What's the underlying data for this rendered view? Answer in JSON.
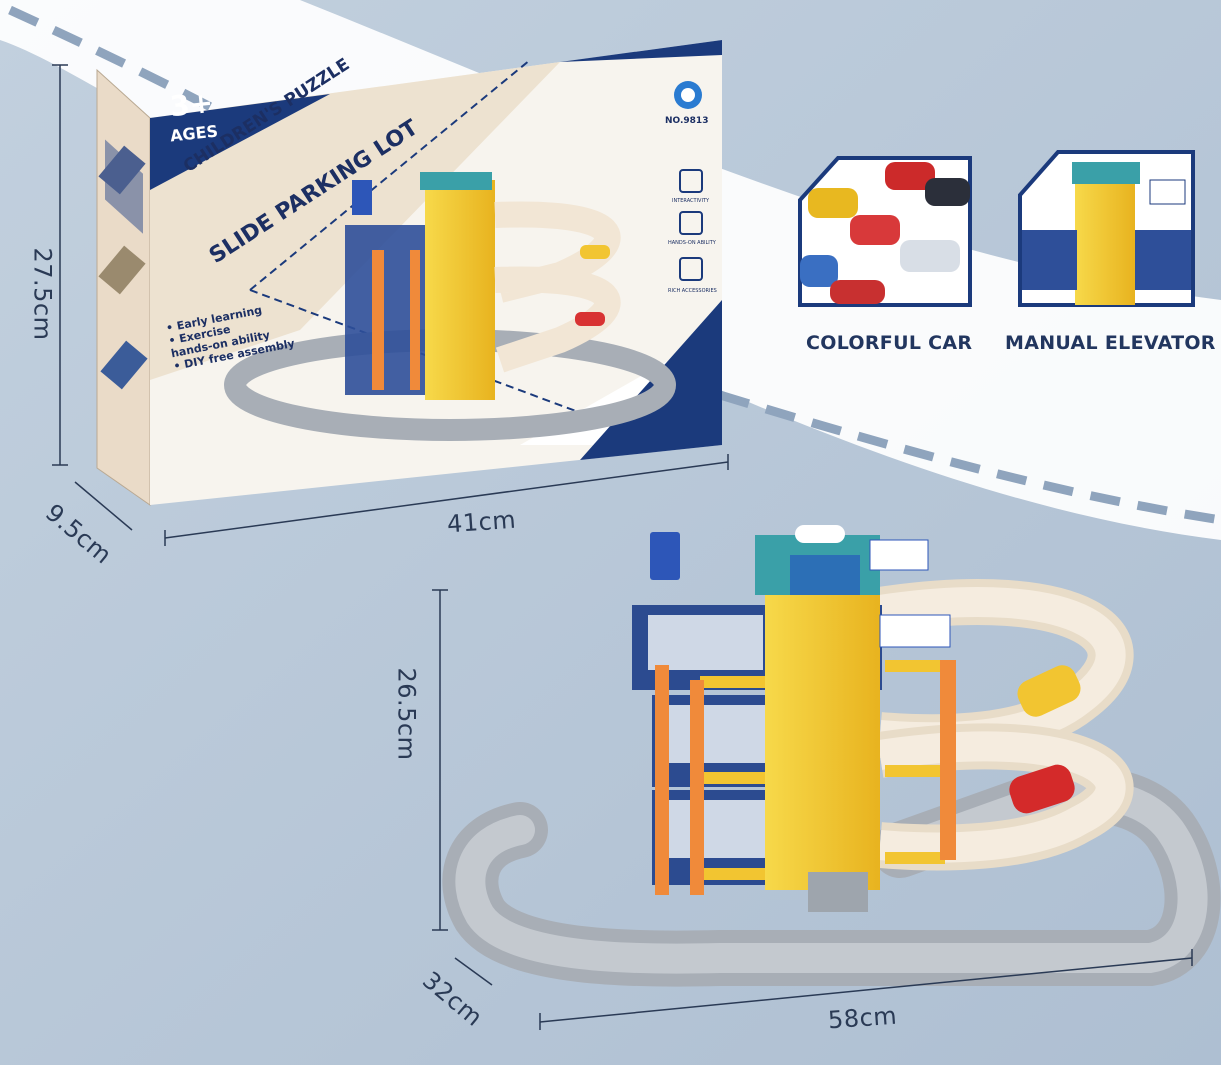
{
  "dimensions": {
    "box_height": "27.5cm",
    "box_depth": "9.5cm",
    "box_width": "41cm",
    "set_height": "26.5cm",
    "set_depth": "32cm",
    "set_width": "58cm"
  },
  "box": {
    "age": "3+",
    "age_label": "AGES",
    "title_line1": "CHILDREN'S PUZZLE",
    "title_line2": "SLIDE PARKING LOT",
    "model_no": "NO.9813",
    "features": [
      "• Early learning",
      "• Exercise",
      "   hands-on ability",
      "• DIY free assembly"
    ],
    "icon_labels": [
      "INTERACTIVITY",
      "HANDS-ON ABILITY",
      "RICH ACCESSORIES"
    ]
  },
  "thumbnails": [
    {
      "caption": "COLORFUL CAR",
      "icon": "cars-photo"
    },
    {
      "caption": "MANUAL ELEVATOR",
      "icon": "elevator-photo"
    }
  ],
  "colors": {
    "background": "#b7c6d6",
    "navy": "#1d3a7a",
    "yellow": "#f3c531",
    "orange": "#f08a3a",
    "track_gray": "#a8aeb6",
    "ramp_cream": "#f2e6d5"
  }
}
